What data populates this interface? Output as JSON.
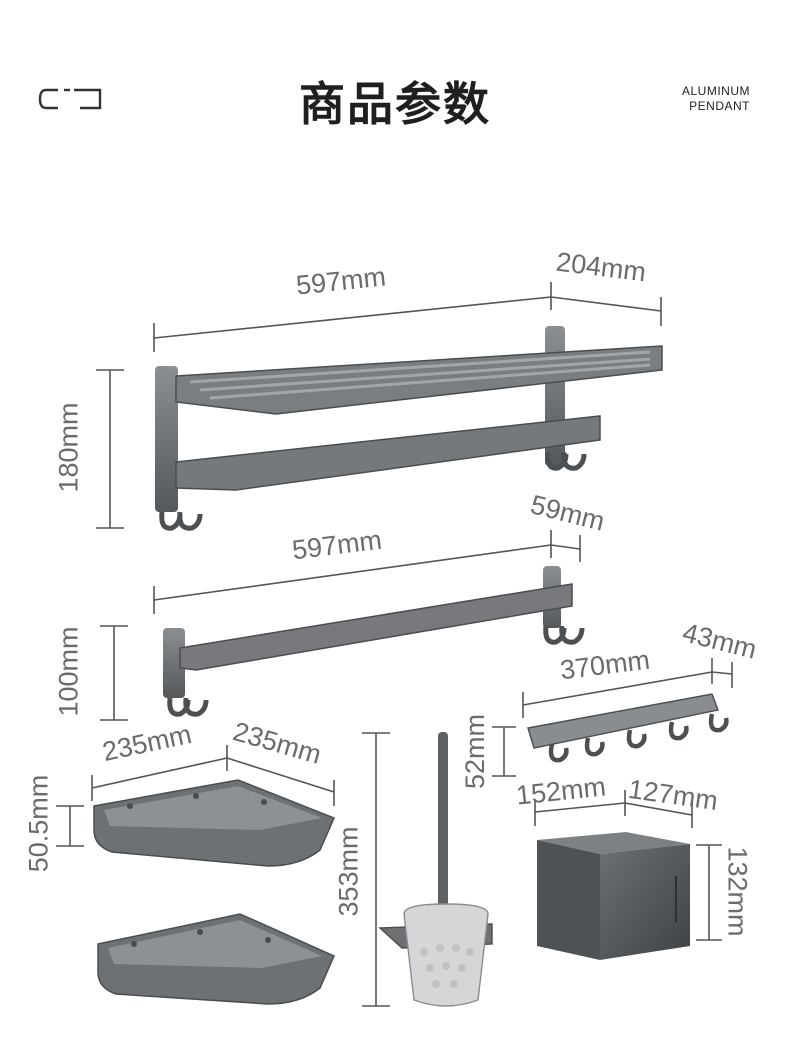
{
  "header": {
    "title": "商品参数",
    "subtitle_line1": "ALUMINUM",
    "subtitle_line2": "PENDANT",
    "brand_icon": "bracket-logo-icon"
  },
  "colors": {
    "metal": "#6e7174",
    "metal_dark": "#4f5255",
    "metal_light": "#9a9da0",
    "dimension_line": "#555555",
    "dimension_text": "#6b6b6b"
  },
  "dimensions": {
    "double_rack_width": "597mm",
    "double_rack_depth": "204mm",
    "double_rack_height": "180mm",
    "towel_bar_width": "597mm",
    "towel_bar_depth": "59mm",
    "towel_bar_height": "100mm",
    "hook_rail_width": "370mm",
    "hook_rail_depth": "43mm",
    "hook_rail_height": "52mm",
    "corner_shelf_side_a": "235mm",
    "corner_shelf_side_b": "235mm",
    "corner_shelf_height": "50.5mm",
    "toilet_brush_height": "353mm",
    "tissue_box_width": "152mm",
    "tissue_box_depth": "127mm",
    "tissue_box_height": "132mm"
  }
}
